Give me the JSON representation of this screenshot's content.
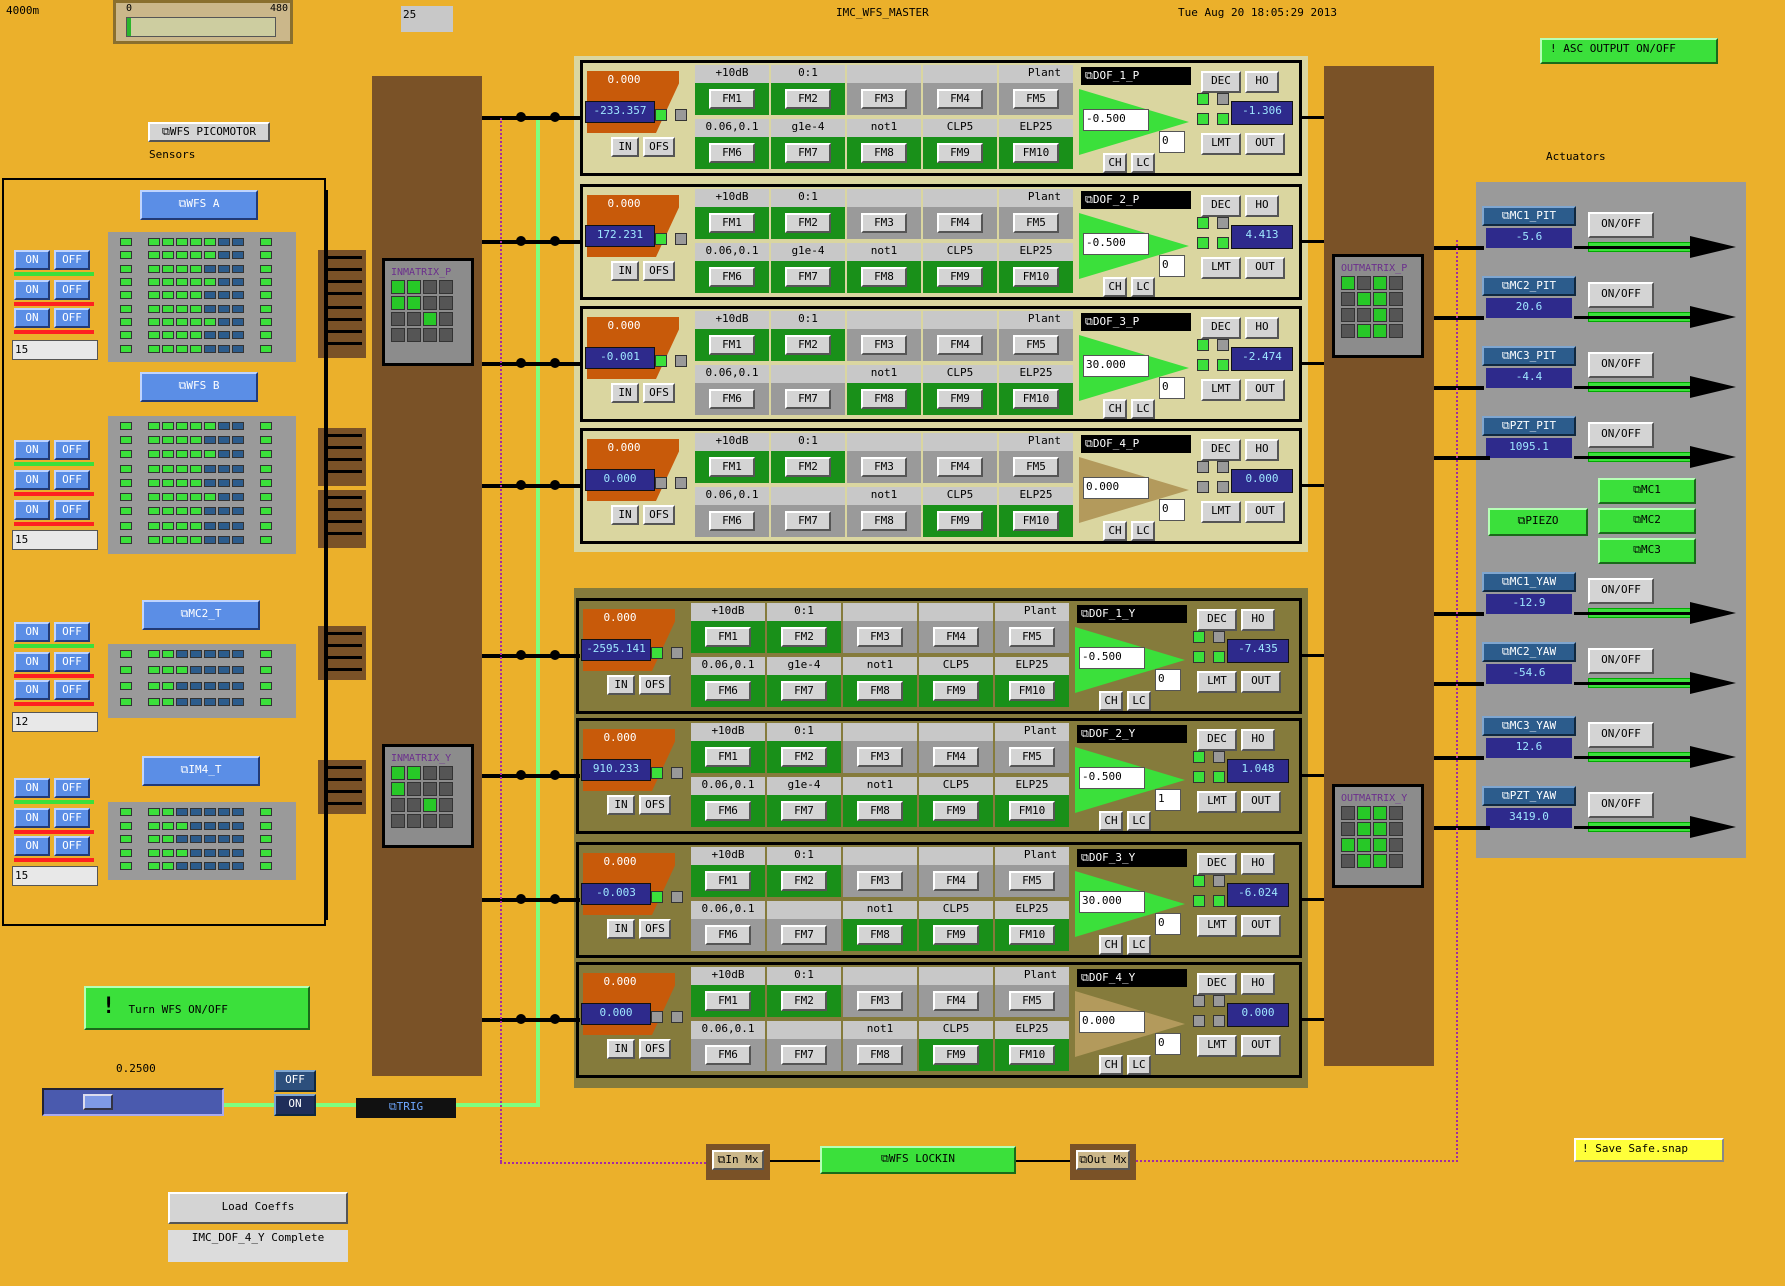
{
  "top": {
    "depth_label": "4000m",
    "meter_min": "0",
    "meter_max": "480",
    "meter_value": 0.03,
    "counter": "25",
    "title": "IMC_WFS_MASTER",
    "datetime": "Tue Aug 20 18:05:29 2013",
    "asc_output": "ASC OUTPUT ON/OFF"
  },
  "left": {
    "picomotor": "WFS PICOMOTOR",
    "sensors_label": "Sensors",
    "on": "ON",
    "off": "OFF",
    "blocks": [
      {
        "name": "WFS A",
        "value": "15"
      },
      {
        "name": "WFS B",
        "value": "15"
      },
      {
        "name": "MC2_T",
        "value": "12"
      },
      {
        "name": "IM4_T",
        "value": "15"
      }
    ],
    "turn_wfs": "Turn WFS ON/OFF",
    "slider_value": "0.2500",
    "slider_fraction": 0.25,
    "off_btn": "OFF",
    "on_btn": "ON",
    "trig": "TRIG",
    "load_coeffs": "Load Coeffs",
    "status": "IMC_DOF_4_Y Complete"
  },
  "matrices": {
    "in_p": "INMATRIX_P",
    "in_y": "INMATRIX_Y",
    "out_p": "OUTMATRIX_P",
    "out_y": "OUTMATRIX_Y"
  },
  "filter_labels": {
    "fm_top": [
      "+10dB",
      "0:1",
      "",
      "",
      "Plant"
    ],
    "fm_bottom_full": [
      "0.06,0.1",
      "g1e-4",
      "not1",
      "CLP5",
      "ELP25"
    ],
    "fm_bottom_nog": [
      "0.06,0.1",
      "",
      "not1",
      "CLP5",
      "ELP25"
    ],
    "fm": [
      "FM1",
      "FM2",
      "FM3",
      "FM4",
      "FM5",
      "FM6",
      "FM7",
      "FM8",
      "FM9",
      "FM10"
    ],
    "in": "IN",
    "ofs": "OFS",
    "dec": "DEC",
    "ho": "HO",
    "lmt": "LMT",
    "out": "OUT",
    "ch": "CH",
    "lc": "LC"
  },
  "dofs": [
    {
      "name": "DOF_1_P",
      "offset": "0.000",
      "input": "-233.357",
      "gain": "-0.500",
      "limit": "0",
      "output": "-1.306"
    },
    {
      "name": "DOF_2_P",
      "offset": "0.000",
      "input": "172.231",
      "gain": "-0.500",
      "limit": "0",
      "output": "4.413"
    },
    {
      "name": "DOF_3_P",
      "offset": "0.000",
      "input": "-0.001",
      "gain": "30.000",
      "limit": "0",
      "output": "-2.474"
    },
    {
      "name": "DOF_4_P",
      "offset": "0.000",
      "input": "0.000",
      "gain": "0.000",
      "limit": "0",
      "output": "0.000"
    },
    {
      "name": "DOF_1_Y",
      "offset": "0.000",
      "input": "-2595.141",
      "gain": "-0.500",
      "limit": "0",
      "output": "-7.435"
    },
    {
      "name": "DOF_2_Y",
      "offset": "0.000",
      "input": "910.233",
      "gain": "-0.500",
      "limit": "1",
      "output": "1.048"
    },
    {
      "name": "DOF_3_Y",
      "offset": "0.000",
      "input": "-0.003",
      "gain": "30.000",
      "limit": "0",
      "output": "-6.024"
    },
    {
      "name": "DOF_4_Y",
      "offset": "0.000",
      "input": "0.000",
      "gain": "0.000",
      "limit": "0",
      "output": "0.000"
    }
  ],
  "actuators": {
    "title": "Actuators",
    "onoff": "ON/OFF",
    "pit": [
      {
        "name": "MC1_PIT",
        "value": "-5.6"
      },
      {
        "name": "MC2_PIT",
        "value": "20.6"
      },
      {
        "name": "MC3_PIT",
        "value": "-4.4"
      },
      {
        "name": "PZT_PIT",
        "value": "1095.1"
      }
    ],
    "yaw": [
      {
        "name": "MC1_YAW",
        "value": "-12.9"
      },
      {
        "name": "MC2_YAW",
        "value": "-54.6"
      },
      {
        "name": "MC3_YAW",
        "value": "12.6"
      },
      {
        "name": "PZT_YAW",
        "value": "3419.0"
      }
    ],
    "piezo": "PIEZO",
    "mc1": "MC1",
    "mc2": "MC2",
    "mc3": "MC3"
  },
  "bottom": {
    "in_mx": "In Mx",
    "wfs_lockin": "WFS LOCKIN",
    "out_mx": "Out Mx",
    "save_safe": "Save Safe.snap"
  }
}
